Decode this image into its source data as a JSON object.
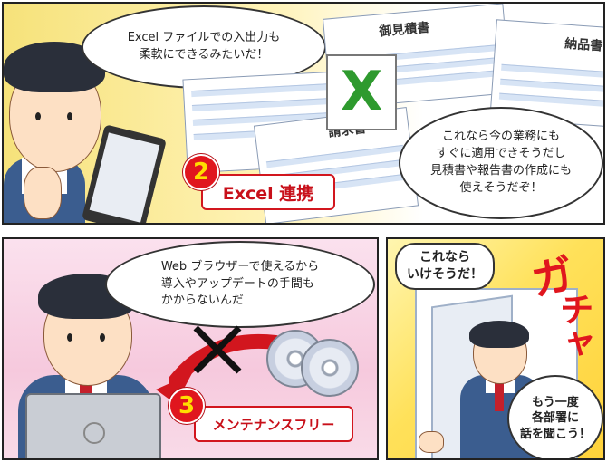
{
  "panel1": {
    "bubble_top": "Excel ファイルでの入出力も\n柔軟にできるみたいだ！",
    "doc_quote": "御見積書",
    "doc_delivery": "納品書",
    "doc_invoice": "請求書",
    "excel_icon": "X",
    "feature_number": "2",
    "feature_label": "Excel 連携",
    "bubble_right": "これなら今の業務にも\nすぐに適用できそうだし\n見積書や報告書の作成にも\n使えそうだぞ！"
  },
  "panel2": {
    "bubble": "Web ブラウザーで使えるから\n導入やアップデートの手間も\nかからないんだ",
    "feature_number": "3",
    "feature_label": "メンテナンスフリー"
  },
  "panel3": {
    "bubble_top": "これなら\nいけそうだ！",
    "sfx_1": "ガ",
    "sfx_2": "チャ",
    "bubble_bottom": "もう一度\n各部署に\n話を聞こう！"
  },
  "colors": {
    "accent_red": "#d2161e",
    "badge_yellow": "#ffdd00",
    "excel_green": "#2e9a2e",
    "suit_blue": "#3b5d8f"
  }
}
